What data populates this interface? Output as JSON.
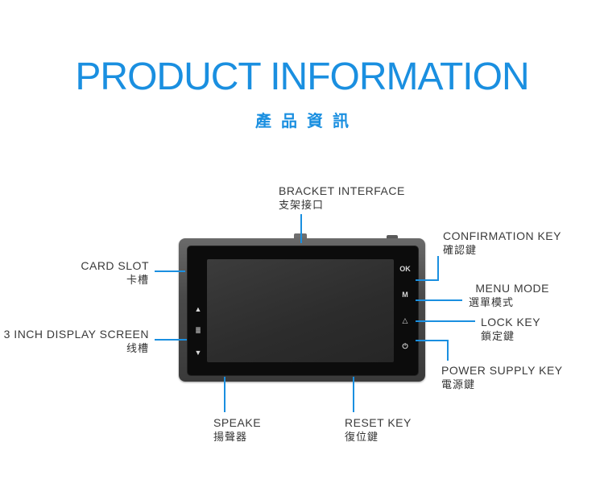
{
  "title": "PRODUCT INFORMATION",
  "subtitle": "產品資訊",
  "labels": {
    "bracket": {
      "en": "BRACKET INTERFACE",
      "zh": "支架接口"
    },
    "confirmation": {
      "en": "CONFIRMATION KEY",
      "zh": "確認鍵"
    },
    "menu": {
      "en": "MENU MODE",
      "zh": "選單模式"
    },
    "lock": {
      "en": "LOCK KEY",
      "zh": "鎖定鍵"
    },
    "power": {
      "en": "POWER SUPPLY KEY",
      "zh": "電源鍵"
    },
    "card": {
      "en": "CARD SLOT",
      "zh": "卡槽"
    },
    "display": {
      "en": "3 INCH DISPLAY SCREEN",
      "zh": "线槽"
    },
    "speaker": {
      "en": "SPEAKE",
      "zh": "揚聲器"
    },
    "reset": {
      "en": "RESET KEY",
      "zh": "復位鍵"
    }
  },
  "device": {
    "buttons": [
      "OK",
      "M",
      "△",
      "⏻"
    ],
    "left_controls": [
      "▲",
      "≣",
      "▼"
    ]
  },
  "colors": {
    "accent": "#1a8fe0",
    "text": "#3a3a3a"
  }
}
